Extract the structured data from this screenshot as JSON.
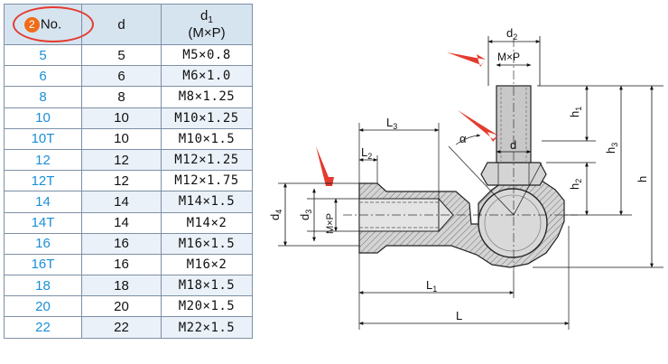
{
  "table": {
    "header": {
      "no_badge": "2",
      "no_label": "No.",
      "d_label": "d",
      "d1_label": "d",
      "d1_sub": "1",
      "d1_unit": "(M×P)"
    },
    "rows": [
      {
        "no": "5",
        "d": "5",
        "mp": "M5×0.8"
      },
      {
        "no": "6",
        "d": "6",
        "mp": "M6×1.0"
      },
      {
        "no": "8",
        "d": "8",
        "mp": "M8×1.25"
      },
      {
        "no": "10",
        "d": "10",
        "mp": "M10×1.25"
      },
      {
        "no": "10T",
        "d": "10",
        "mp": "M10×1.5"
      },
      {
        "no": "12",
        "d": "12",
        "mp": "M12×1.25"
      },
      {
        "no": "12T",
        "d": "12",
        "mp": "M12×1.75"
      },
      {
        "no": "14",
        "d": "14",
        "mp": "M14×1.5"
      },
      {
        "no": "14T",
        "d": "14",
        "mp": "M14×2"
      },
      {
        "no": "16",
        "d": "16",
        "mp": "M16×1.5"
      },
      {
        "no": "16T",
        "d": "16",
        "mp": "M16×2"
      },
      {
        "no": "18",
        "d": "18",
        "mp": "M18×1.5"
      },
      {
        "no": "20",
        "d": "20",
        "mp": "M20×1.5"
      },
      {
        "no": "22",
        "d": "22",
        "mp": "M22×1.5"
      }
    ]
  },
  "drawing": {
    "labels": {
      "d2": "d",
      "d2_sub": "2",
      "mxp_top": "M×P",
      "h1": "h",
      "h1_sub": "1",
      "h2": "h",
      "h2_sub": "2",
      "h3": "h",
      "h3_sub": "3",
      "h": "h",
      "L3": "L",
      "L3_sub": "3",
      "L2": "L",
      "L2_sub": "2",
      "L1": "L",
      "L1_sub": "1",
      "L": "L",
      "alpha": "α",
      "d": "d",
      "d4": "d",
      "d4_sub": "4",
      "d3": "d",
      "d3_sub": "3",
      "mxp_side": "M×P"
    }
  },
  "colors": {
    "header_bg": "#d6e4f0",
    "grid": "#7d8fa6",
    "no_text": "#1b8fd6",
    "badge": "#ef6c1a",
    "highlight": "#e43b2f",
    "part_fill": "#c8c8c8"
  }
}
